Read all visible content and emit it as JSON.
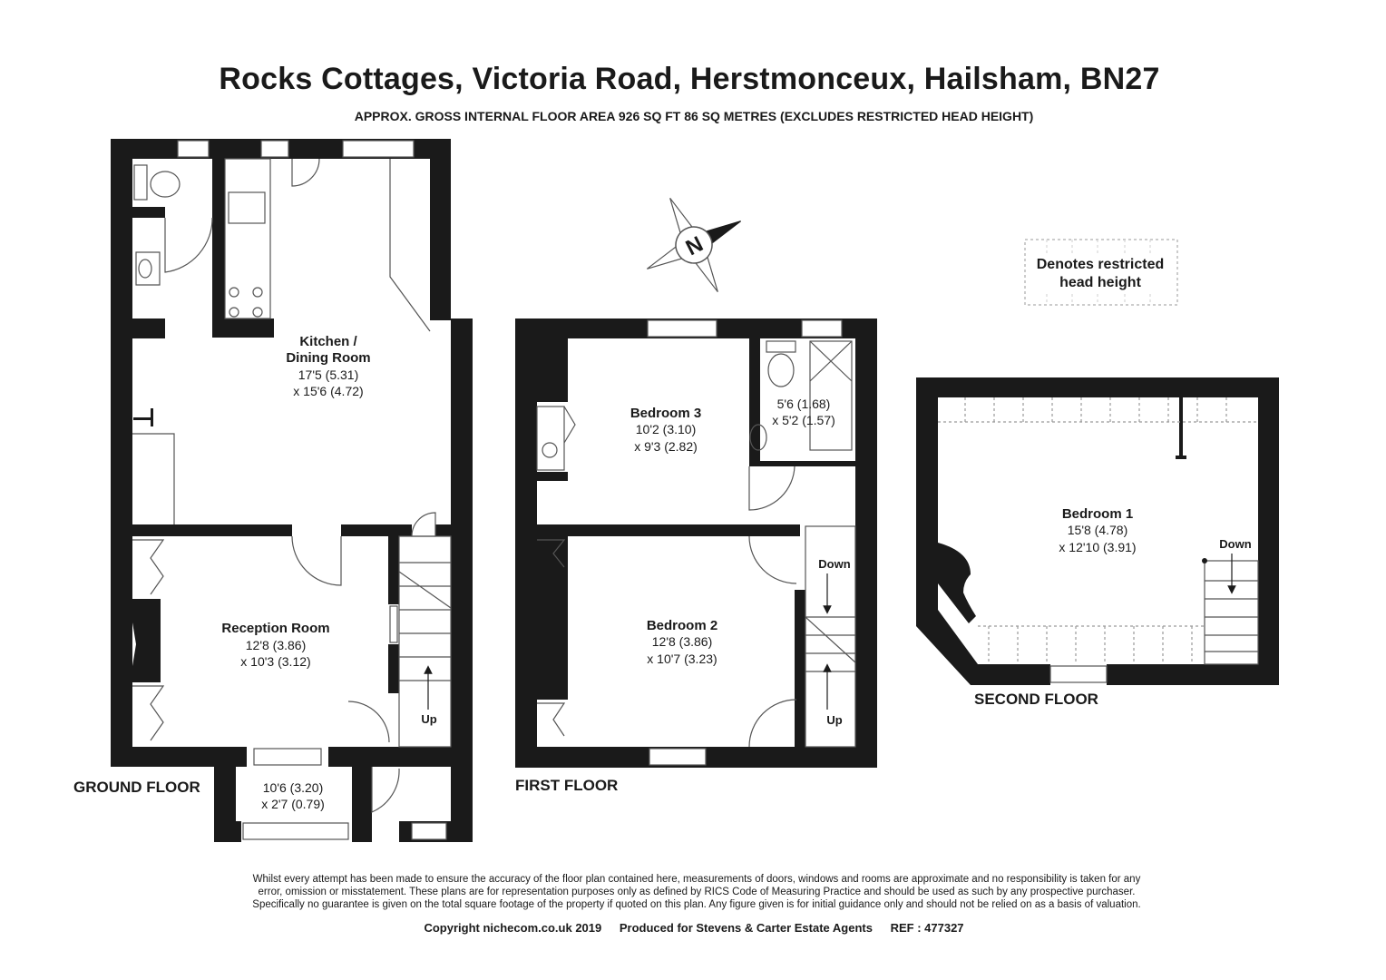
{
  "header": {
    "title": "Rocks Cottages, Victoria Road, Herstmonceux, Hailsham, BN27",
    "subtitle": "APPROX. GROSS INTERNAL FLOOR AREA 926 SQ FT 86 SQ METRES (EXCLUDES RESTRICTED HEAD HEIGHT)"
  },
  "legend": {
    "line1": "Denotes restricted",
    "line2": "head height"
  },
  "compass": {
    "letter": "N"
  },
  "floors": {
    "ground": "GROUND FLOOR",
    "first": "FIRST FLOOR",
    "second": "SECOND FLOOR"
  },
  "rooms": {
    "kitchen": {
      "name1": "Kitchen /",
      "name2": "Dining Room",
      "dim1": "17'5 (5.31)",
      "dim2": "x 15'6 (4.72)"
    },
    "reception": {
      "name": "Reception Room",
      "dim1": "12'8 (3.86)",
      "dim2": "x 10'3 (3.12)"
    },
    "porch": {
      "dim1": "10'6 (3.20)",
      "dim2": "x 2'7 (0.79)"
    },
    "bedroom3": {
      "name": "Bedroom 3",
      "dim1": "10'2 (3.10)",
      "dim2": "x 9'3 (2.82)"
    },
    "bathroom": {
      "dim1": "5'6 (1.68)",
      "dim2": "x 5'2 (1.57)"
    },
    "bedroom2": {
      "name": "Bedroom 2",
      "dim1": "12'8 (3.86)",
      "dim2": "x 10'7 (3.23)"
    },
    "bedroom1": {
      "name": "Bedroom 1",
      "dim1": "15'8 (4.78)",
      "dim2": "x 12'10 (3.91)"
    }
  },
  "stairs": {
    "ground_up": "Up",
    "first_down": "Down",
    "first_up": "Up",
    "second_down": "Down"
  },
  "footer": {
    "disclaimer1": "Whilst every attempt has been made to ensure the accuracy of the floor plan contained here, measurements of doors, windows and rooms are approximate and no responsibility is taken for any",
    "disclaimer2": "error, omission or misstatement. These plans are for representation purposes only as defined by RICS Code of Measuring Practice and should be used as such by any prospective purchaser.",
    "disclaimer3": "Specifically no guarantee is given on the total square footage of the property if quoted on this plan. Any figure given is for initial guidance only and should not be relied on as a basis of valuation.",
    "copyright": "Copyright nichecom.co.uk 2019",
    "produced": "Produced for Stevens & Carter Estate Agents",
    "ref": "REF : 477327"
  },
  "colors": {
    "wall": "#1a1a1a",
    "fixture": "#555555",
    "restricted": "#9a9a9a"
  }
}
